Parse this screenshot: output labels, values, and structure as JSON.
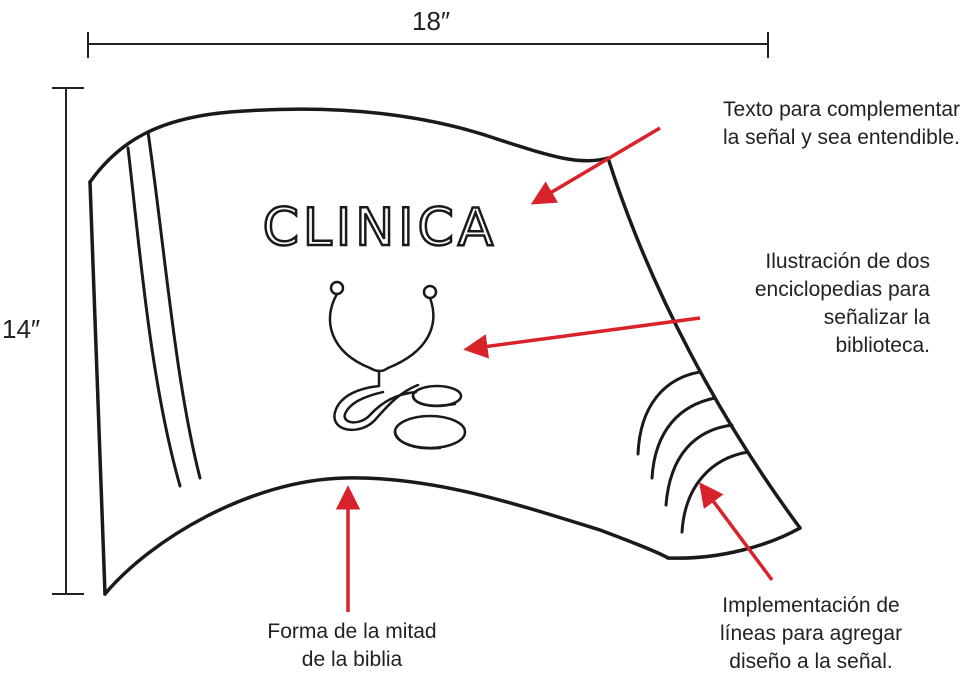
{
  "dimensions": {
    "width_label": "18″",
    "height_label": "14″"
  },
  "sign_text": "CLINICA",
  "annotations": {
    "text_note": [
      "Texto para complementar",
      "la señal y sea entendible."
    ],
    "illustration_note": [
      "Ilustración de dos",
      "enciclopedias para",
      "señalizar la",
      "biblioteca."
    ],
    "shape_note": [
      "Forma de la mitad",
      "de la biblia"
    ],
    "lines_note": [
      "Implementación de",
      "líneas para agregar",
      "diseño a la señal."
    ]
  },
  "colors": {
    "ink": "#1a1a1a",
    "arrow": "#d9232a"
  },
  "icons": [
    "stethoscope-icon"
  ]
}
